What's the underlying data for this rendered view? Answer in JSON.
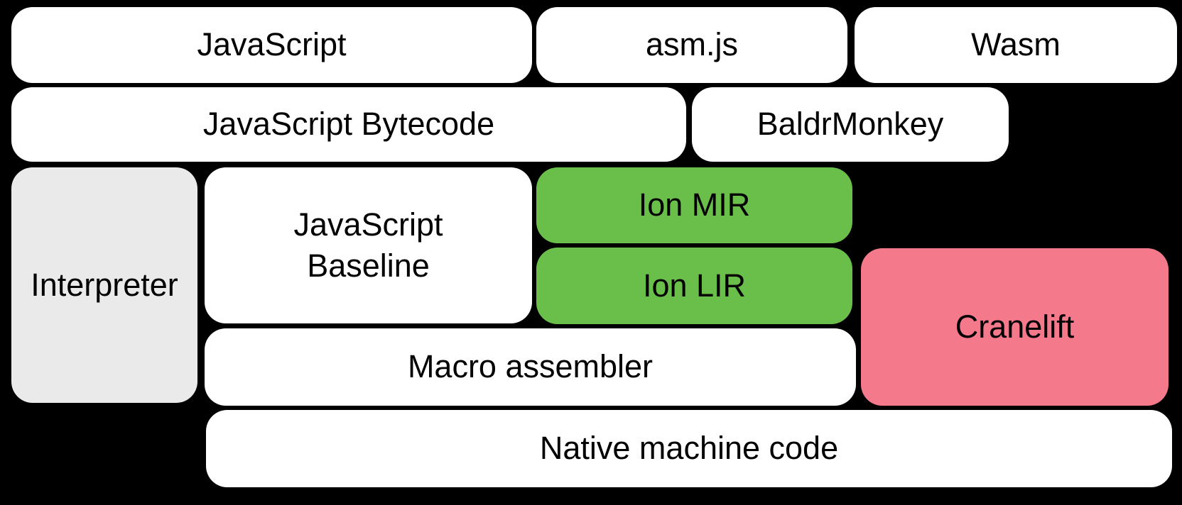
{
  "colors": {
    "background": "#000000",
    "box_white": "#ffffff",
    "box_gray": "#eaeaea",
    "box_green": "#6abf4b",
    "box_pink": "#f4798b",
    "text": "#000000"
  },
  "boxes": [
    {
      "id": "javascript",
      "label": "JavaScript",
      "fill": "white"
    },
    {
      "id": "asmjs",
      "label": "asm.js",
      "fill": "white"
    },
    {
      "id": "wasm",
      "label": "Wasm",
      "fill": "white"
    },
    {
      "id": "javascript-bytecode",
      "label": "JavaScript Bytecode",
      "fill": "white"
    },
    {
      "id": "baldrmonkey",
      "label": "BaldrMonkey",
      "fill": "white"
    },
    {
      "id": "interpreter",
      "label": "Interpreter",
      "fill": "gray"
    },
    {
      "id": "javascript-baseline",
      "label": "JavaScript\nBaseline",
      "fill": "white"
    },
    {
      "id": "ion-mir",
      "label": "Ion MIR",
      "fill": "green"
    },
    {
      "id": "ion-lir",
      "label": "Ion LIR",
      "fill": "green"
    },
    {
      "id": "cranelift",
      "label": "Cranelift",
      "fill": "pink"
    },
    {
      "id": "macro-assembler",
      "label": "Macro assembler",
      "fill": "white"
    },
    {
      "id": "native-machine-code",
      "label": "Native machine code",
      "fill": "white"
    }
  ]
}
